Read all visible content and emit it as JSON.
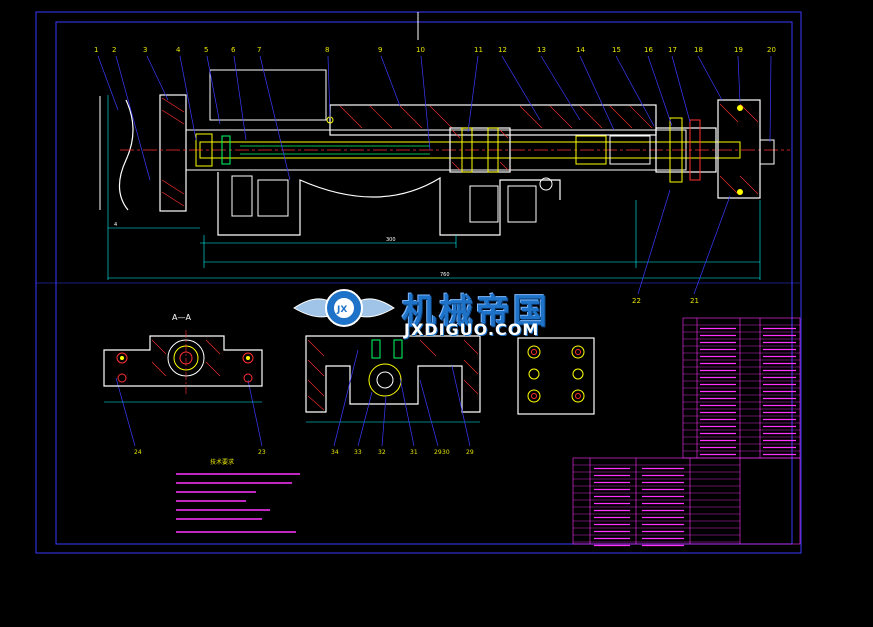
{
  "drawing": {
    "part_numbers_top": [
      "1",
      "2",
      "3",
      "4",
      "5",
      "6",
      "7",
      "8",
      "9",
      "10",
      "11",
      "12",
      "13",
      "14",
      "15",
      "16",
      "17",
      "18",
      "19",
      "20"
    ],
    "part_numbers_bottom": [
      "22",
      "21"
    ],
    "part_numbers_section": [
      "24",
      "23",
      "34",
      "33",
      "32",
      "31",
      "29",
      "30",
      "29"
    ],
    "section_label": "A—A",
    "dim_labels": [
      "760",
      "300",
      "4"
    ],
    "notes_title": "技术要求",
    "colors": {
      "frame": "#3a3aff",
      "outline": "#ffffff",
      "body": "#ffff00",
      "part": "#ff3030",
      "center": "#ff3030",
      "hidden": "#00ff66",
      "dimension": "#00ffff",
      "leader": "#3a3aff",
      "label": "#e6e600",
      "title_block": "#ff33ff"
    }
  },
  "watermark": {
    "cn": "机械帝国",
    "en": "JXDIGUO.COM",
    "logo": "JX"
  }
}
